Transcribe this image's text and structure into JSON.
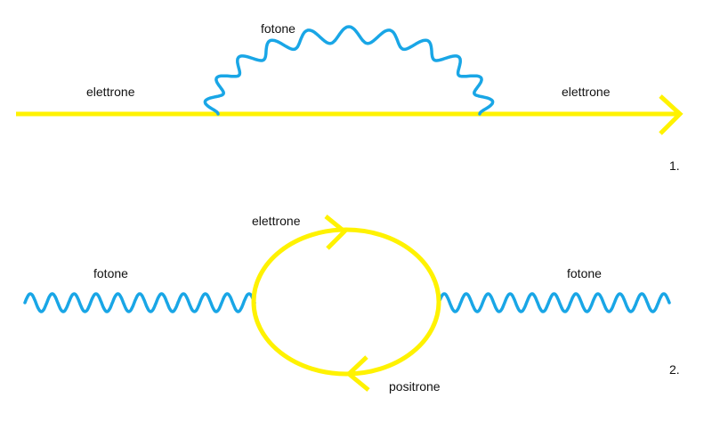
{
  "colors": {
    "electron": "#fff200",
    "photon": "#19a6e6",
    "text": "#111111"
  },
  "diagram1": {
    "number": "1.",
    "left_label": "elettrone",
    "right_label": "elettrone",
    "photon_label": "fotone"
  },
  "diagram2": {
    "number": "2.",
    "left_label": "fotone",
    "right_label": "fotone",
    "top_label": "elettrone",
    "bottom_label": "positrone"
  }
}
